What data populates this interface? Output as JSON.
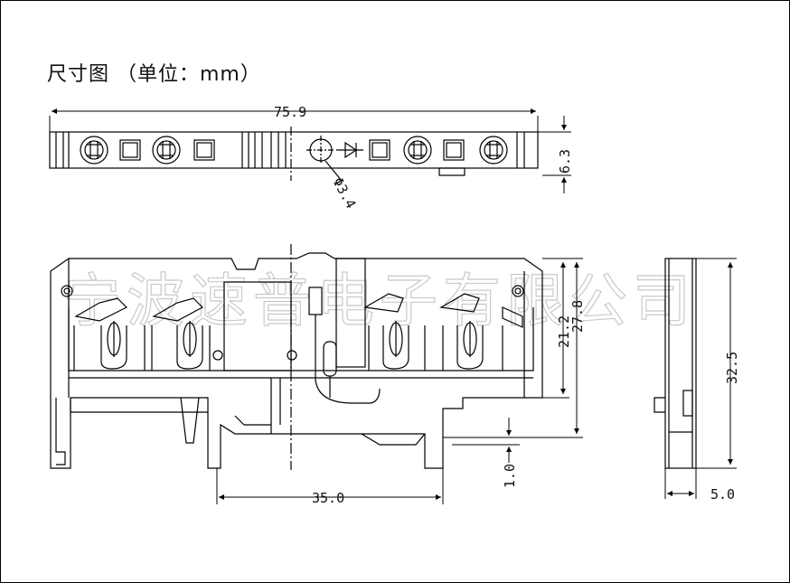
{
  "title": "尺寸图 （单位：mm）",
  "watermark": "宁波速普电子有限公司",
  "dimensions": {
    "total_length": "75.9",
    "top_height": "6.3",
    "hole_diameter": "Φ3.4",
    "height_inner": "21.2",
    "height_total": "27.8",
    "bottom_gap": "1.0",
    "rail_width": "35.0",
    "side_height": "32.5",
    "side_width": "5.0"
  }
}
